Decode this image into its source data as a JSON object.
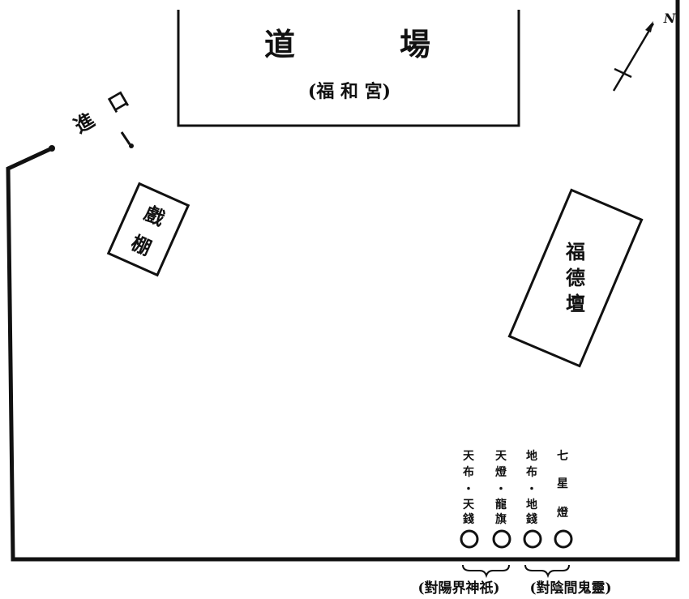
{
  "temple_building": {
    "title_left": "道",
    "title_right": "場",
    "subtitle": "(福 和 宮)"
  },
  "entrance": {
    "label_chars": [
      "進",
      "口"
    ]
  },
  "stage": {
    "label_chars": [
      "戲",
      "棚"
    ]
  },
  "altar": {
    "label_chars": [
      "福",
      "德",
      "壇"
    ]
  },
  "north": {
    "label": "N"
  },
  "offerings": [
    {
      "id": "col1",
      "chars": [
        "天",
        "布",
        "・",
        "天",
        "錢"
      ]
    },
    {
      "id": "col2",
      "chars": [
        "天",
        "燈",
        "・",
        "龍",
        "旗"
      ]
    },
    {
      "id": "col3",
      "chars": [
        "地",
        "布",
        "・",
        "地",
        "錢"
      ]
    },
    {
      "id": "col4",
      "chars": [
        "七",
        "星",
        "燈"
      ]
    }
  ],
  "brackets": {
    "left": "(對陽界神祇)",
    "right": "(對陰間鬼靈)"
  },
  "colors": {
    "ink": "#111111",
    "paper": "#ffffff"
  }
}
